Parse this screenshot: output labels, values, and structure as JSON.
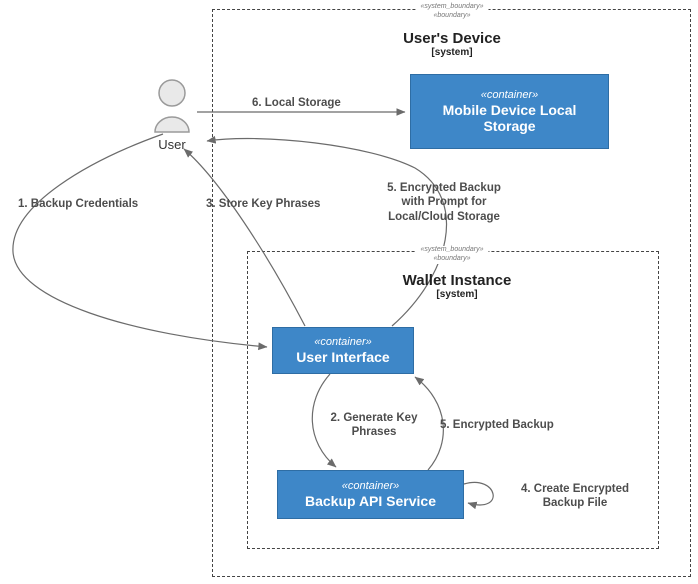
{
  "diagram": {
    "outer_boundary": {
      "stereotypes": "«system_boundary»\n«boundary»",
      "title": "User's Device",
      "subtitle": "[system]"
    },
    "inner_boundary": {
      "stereotypes": "«system_boundary»\n«boundary»",
      "title": "Wallet Instance",
      "subtitle": "[system]"
    },
    "actor": {
      "label": "User"
    },
    "containers": {
      "mobile_storage": {
        "stereotype": "«container»",
        "title": "Mobile Device Local Storage"
      },
      "user_interface": {
        "stereotype": "«container»",
        "title": "User Interface"
      },
      "backup_api": {
        "stereotype": "«container»",
        "title": "Backup API Service"
      }
    },
    "edges": {
      "backup_credentials": "1. Backup Credentials",
      "generate_key_phrases": "2. Generate Key\nPhrases",
      "store_key_phrases": "3. Store Key Phrases",
      "create_encrypted_backup_file": "4. Create Encrypted\nBackup File",
      "encrypted_backup": "5. Encrypted Backup",
      "encrypted_backup_prompt": "5. Encrypted Backup\nwith Prompt for\nLocal/Cloud Storage",
      "local_storage": "6. Local Storage"
    },
    "colors": {
      "container_fill": "#3e87c8",
      "container_border": "#2e6da4",
      "arrow": "#6b6b6b",
      "boundary_border": "#444444",
      "label_text": "#4d4d4d"
    }
  }
}
